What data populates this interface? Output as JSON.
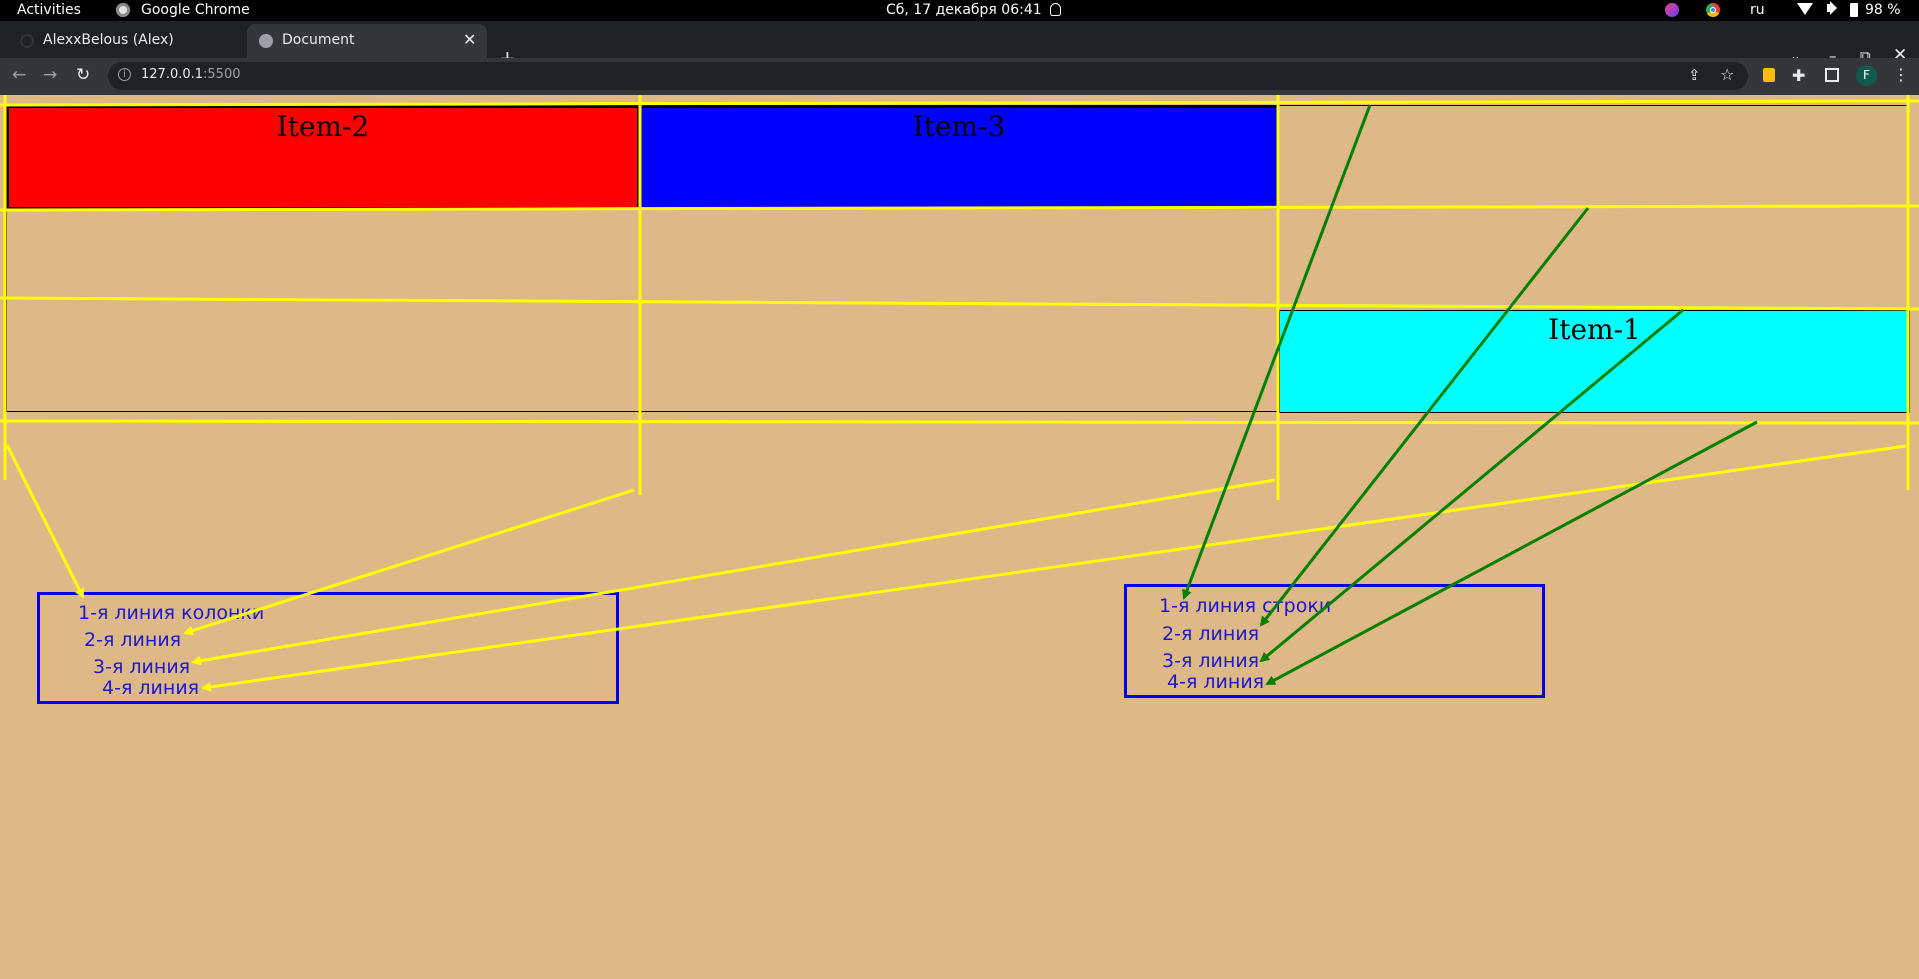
{
  "system": {
    "activities": "Activities",
    "app_name": "Google Chrome",
    "clock": "Сб, 17 декабря  06:41",
    "language": "ru",
    "battery": "98 %"
  },
  "browser": {
    "tabs": [
      {
        "title": "AlexxBelous (Alex)",
        "active": false
      },
      {
        "title": "Document",
        "active": true
      }
    ],
    "url_host": "127.0.0.1",
    "url_port": ":5500",
    "profile_initial": "F"
  },
  "page": {
    "background": "#deb887",
    "items": {
      "item1": {
        "label": "Item-1",
        "color": "#00ffff"
      },
      "item2": {
        "label": "Item-2",
        "color": "#ff0000"
      },
      "item3": {
        "label": "Item-3",
        "color": "#0000ff"
      }
    },
    "column_legend": [
      "1-я линия колонки",
      "2-я линия",
      "3-я линия",
      "4-я линия"
    ],
    "row_legend": [
      "1-я линия строки",
      "2-я линия",
      "3-я линия",
      "4-я линия"
    ],
    "annotation_colors": {
      "column_lines": "#ffff00",
      "row_arrows": "#008000",
      "legend_border": "#0000ee"
    }
  }
}
